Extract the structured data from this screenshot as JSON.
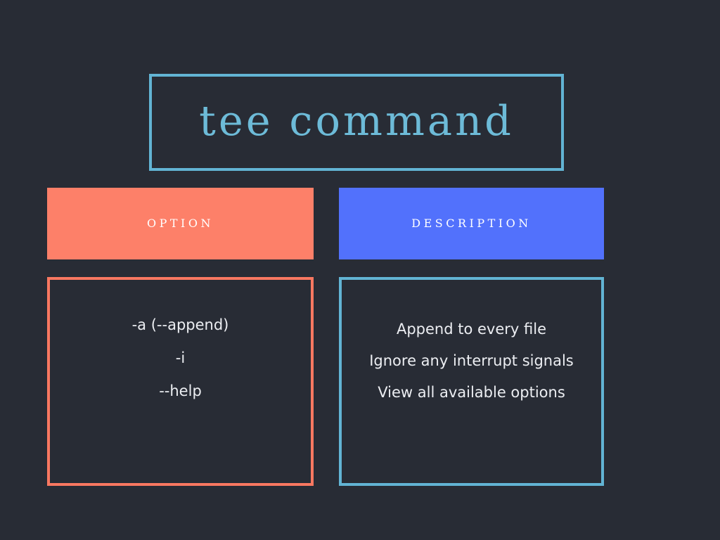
{
  "slide": {
    "background_color": "#282c35",
    "title": "tee command",
    "title_color": "#6dbbd8",
    "title_border_color": "#62b4d4"
  },
  "table": {
    "columns": [
      {
        "header": "OPTION",
        "header_bg": "#fd8069",
        "header_text_color": "#ffffff",
        "border_color": "#f97861",
        "rows": [
          "-a (--append)",
          "-i",
          "--help"
        ]
      },
      {
        "header": "DESCRIPTION",
        "header_bg": "#5271fc",
        "header_text_color": "#ffffff",
        "border_color": "#62b4d4",
        "rows": [
          "Append to every file",
          "Ignore any interrupt signals",
          "View all available options"
        ]
      }
    ]
  }
}
